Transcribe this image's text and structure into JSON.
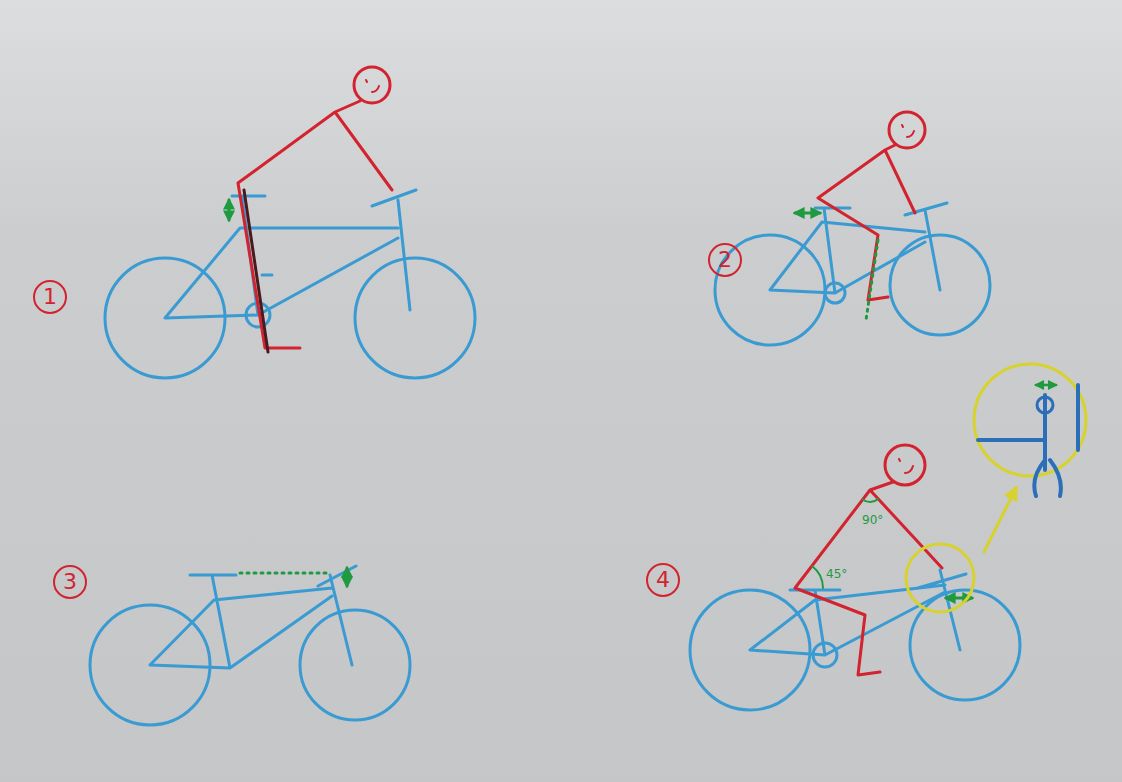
{
  "diagram": {
    "nodes": [
      {
        "text": [
          "1"
        ]
      },
      {
        "text": [
          "2"
        ]
      },
      {
        "text": [
          "3"
        ]
      },
      {
        "text": [
          "4"
        ]
      }
    ],
    "labels": [
      "90°",
      "45°"
    ]
  }
}
